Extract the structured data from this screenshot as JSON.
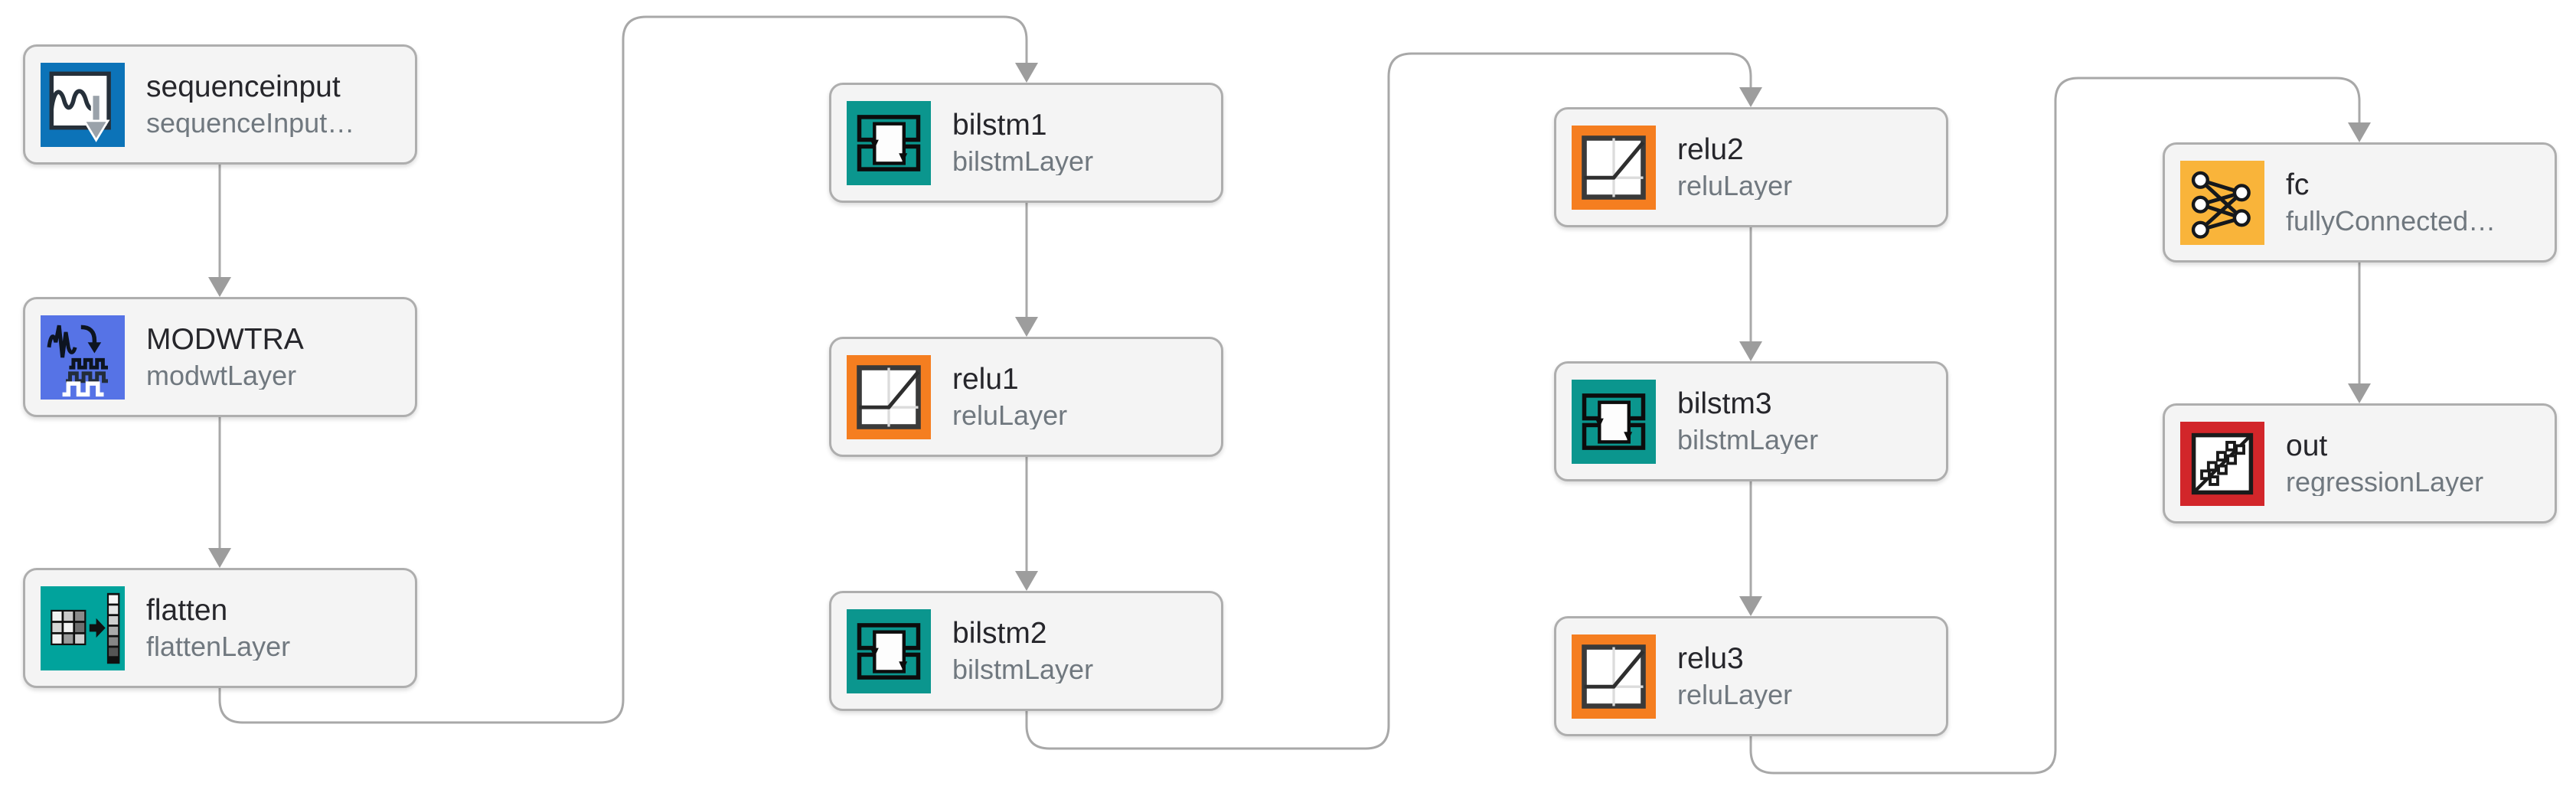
{
  "app": "Deep Network Designer network diagram",
  "diagram": {
    "nodes": [
      {
        "id": "sequenceinput",
        "title": "sequenceinput",
        "subtitle": "sequenceInput…",
        "icon": "sequence-input-icon",
        "color": "#0c73b8"
      },
      {
        "id": "MODWTRA",
        "title": "MODWTRA",
        "subtitle": "modwtLayer",
        "icon": "modwt-icon",
        "color": "#5673e6"
      },
      {
        "id": "flatten",
        "title": "flatten",
        "subtitle": "flattenLayer",
        "icon": "flatten-icon",
        "color": "#01a39c"
      },
      {
        "id": "bilstm1",
        "title": "bilstm1",
        "subtitle": "bilstmLayer",
        "icon": "bilstm-icon",
        "color": "#0b968e"
      },
      {
        "id": "relu1",
        "title": "relu1",
        "subtitle": "reluLayer",
        "icon": "relu-icon",
        "color": "#f57e20"
      },
      {
        "id": "bilstm2",
        "title": "bilstm2",
        "subtitle": "bilstmLayer",
        "icon": "bilstm-icon",
        "color": "#0b968e"
      },
      {
        "id": "relu2",
        "title": "relu2",
        "subtitle": "reluLayer",
        "icon": "relu-icon",
        "color": "#f57e20"
      },
      {
        "id": "bilstm3",
        "title": "bilstm3",
        "subtitle": "bilstmLayer",
        "icon": "bilstm-icon",
        "color": "#0b968e"
      },
      {
        "id": "relu3",
        "title": "relu3",
        "subtitle": "reluLayer",
        "icon": "relu-icon",
        "color": "#f57e20"
      },
      {
        "id": "fc",
        "title": "fc",
        "subtitle": "fullyConnected…",
        "icon": "fully-connected-icon",
        "color": "#f9b43a"
      },
      {
        "id": "out",
        "title": "out",
        "subtitle": "regressionLayer",
        "icon": "regression-icon",
        "color": "#d2262a"
      }
    ],
    "connections": [
      {
        "from": "sequenceinput",
        "to": "MODWTRA"
      },
      {
        "from": "MODWTRA",
        "to": "flatten"
      },
      {
        "from": "flatten",
        "to": "bilstm1"
      },
      {
        "from": "bilstm1",
        "to": "relu1"
      },
      {
        "from": "relu1",
        "to": "bilstm2"
      },
      {
        "from": "bilstm2",
        "to": "relu2"
      },
      {
        "from": "relu2",
        "to": "bilstm3"
      },
      {
        "from": "bilstm3",
        "to": "relu3"
      },
      {
        "from": "relu3",
        "to": "fc"
      },
      {
        "from": "fc",
        "to": "out"
      }
    ],
    "colors": {
      "background": "#ffffff",
      "node_fill": "#f4f4f4",
      "node_border": "#aeaeae",
      "connector": "#a8a8a8",
      "arrowhead": "#9d9d9d",
      "title_text": "#26262b",
      "subtitle_text": "#70787f"
    }
  }
}
